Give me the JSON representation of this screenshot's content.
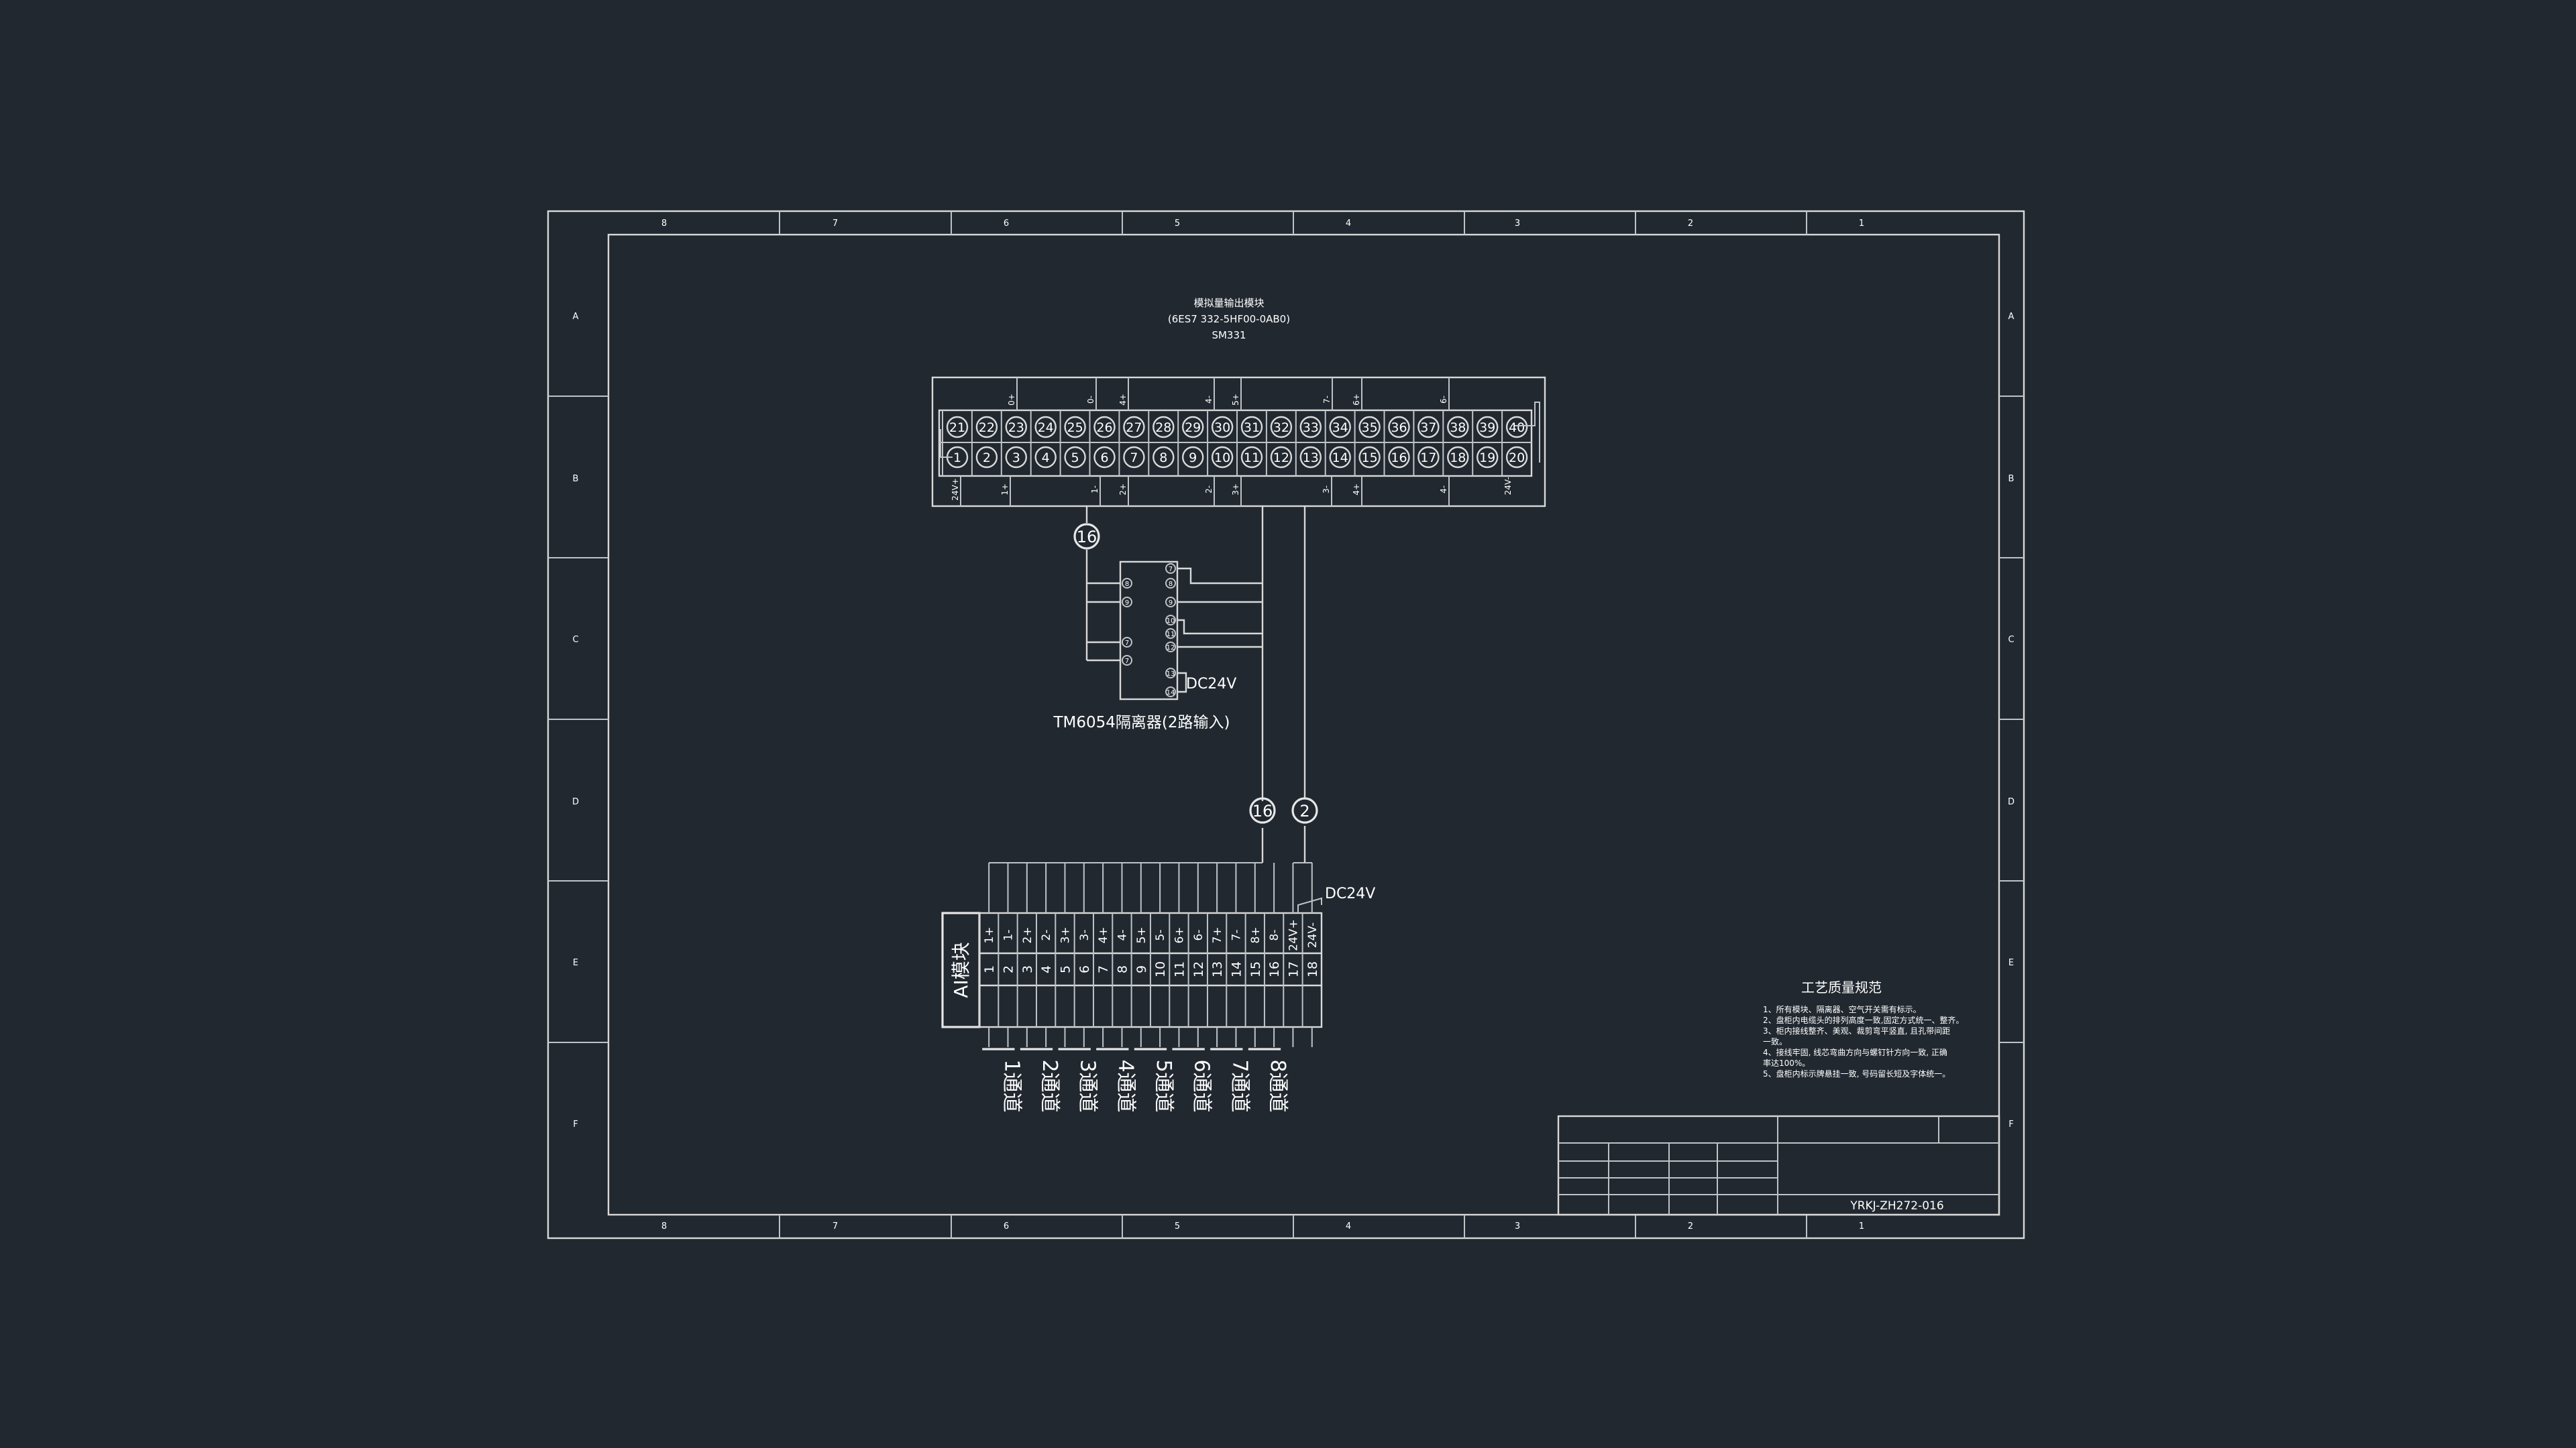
{
  "drawing": {
    "module_title": "模拟量输出模块",
    "module_part": "(6ES7 332-5HF00-0AB0)",
    "module_name": "SM331",
    "top_row_numbers": [
      "21",
      "22",
      "23",
      "24",
      "25",
      "26",
      "27",
      "28",
      "29",
      "30",
      "31",
      "32",
      "33",
      "34",
      "35",
      "36",
      "37",
      "38",
      "39",
      "40"
    ],
    "bottom_row_numbers": [
      "1",
      "2",
      "3",
      "4",
      "5",
      "6",
      "7",
      "8",
      "9",
      "10",
      "11",
      "12",
      "13",
      "14",
      "15",
      "16",
      "17",
      "18",
      "19",
      "20"
    ],
    "top_row_labels": [
      "0+",
      "0-",
      "4+",
      "4-",
      "5+",
      "7-",
      "6+",
      "6-"
    ],
    "bottom_row_labels": [
      "24V+",
      "1+",
      "1-",
      "2+",
      "2-",
      "3+",
      "3-",
      "4+",
      "4-"
    ],
    "right_label": "24V-",
    "cable_a": "16",
    "cable_b": "16",
    "cable_c": "2",
    "isolator_left_pins": [
      "8",
      "9",
      "7",
      "7"
    ],
    "isolator_right_pins": [
      "7",
      "8",
      "9",
      "10",
      "11",
      "12",
      "13",
      "14"
    ],
    "isolator_dc": "DC24V",
    "isolator_name": "TM6054隔离器(2路输入)",
    "terminal_dc": "DC24V",
    "ai_module_label": "AI模块",
    "terminal_top_labels": [
      "1+",
      "1-",
      "2+",
      "2-",
      "3+",
      "3-",
      "4+",
      "4-",
      "5+",
      "5-",
      "6+",
      "6-",
      "7+",
      "7-",
      "8+",
      "8-",
      "24V+",
      "24V-"
    ],
    "terminal_numbers": [
      "1",
      "2",
      "3",
      "4",
      "5",
      "6",
      "7",
      "8",
      "9",
      "10",
      "11",
      "12",
      "13",
      "14",
      "15",
      "16",
      "17",
      "18"
    ],
    "channels": [
      "1通道",
      "2通道",
      "3通道",
      "4通道",
      "5通道",
      "6通道",
      "7通道",
      "8通道"
    ],
    "notes_title": "工艺质量规范",
    "notes": [
      "1、所有模块、隔离器、空气开关需有标示。",
      "2、盘柜内电缆头的排列高度一致,固定方式统一、整齐。",
      "3、柜内接线整齐、美观、裁剪弯平竖直, 且孔带间距",
      "一致。",
      "4、接线牢固, 线芯弯曲方向与螺钉针方向一致, 正确",
      "率达100%。",
      "5、盘柜内标示牌悬挂一致, 号码留长短及字体统一。"
    ],
    "drawing_number": "YRKJ-ZH272-016",
    "column_labels": [
      "8",
      "7",
      "6",
      "5",
      "4",
      "3",
      "2",
      "1"
    ],
    "row_labels": [
      "A",
      "B",
      "C",
      "D",
      "E",
      "F"
    ]
  },
  "colors": {
    "background": "#212830",
    "lines": "#d9d9d9",
    "text": "#ffffff"
  }
}
